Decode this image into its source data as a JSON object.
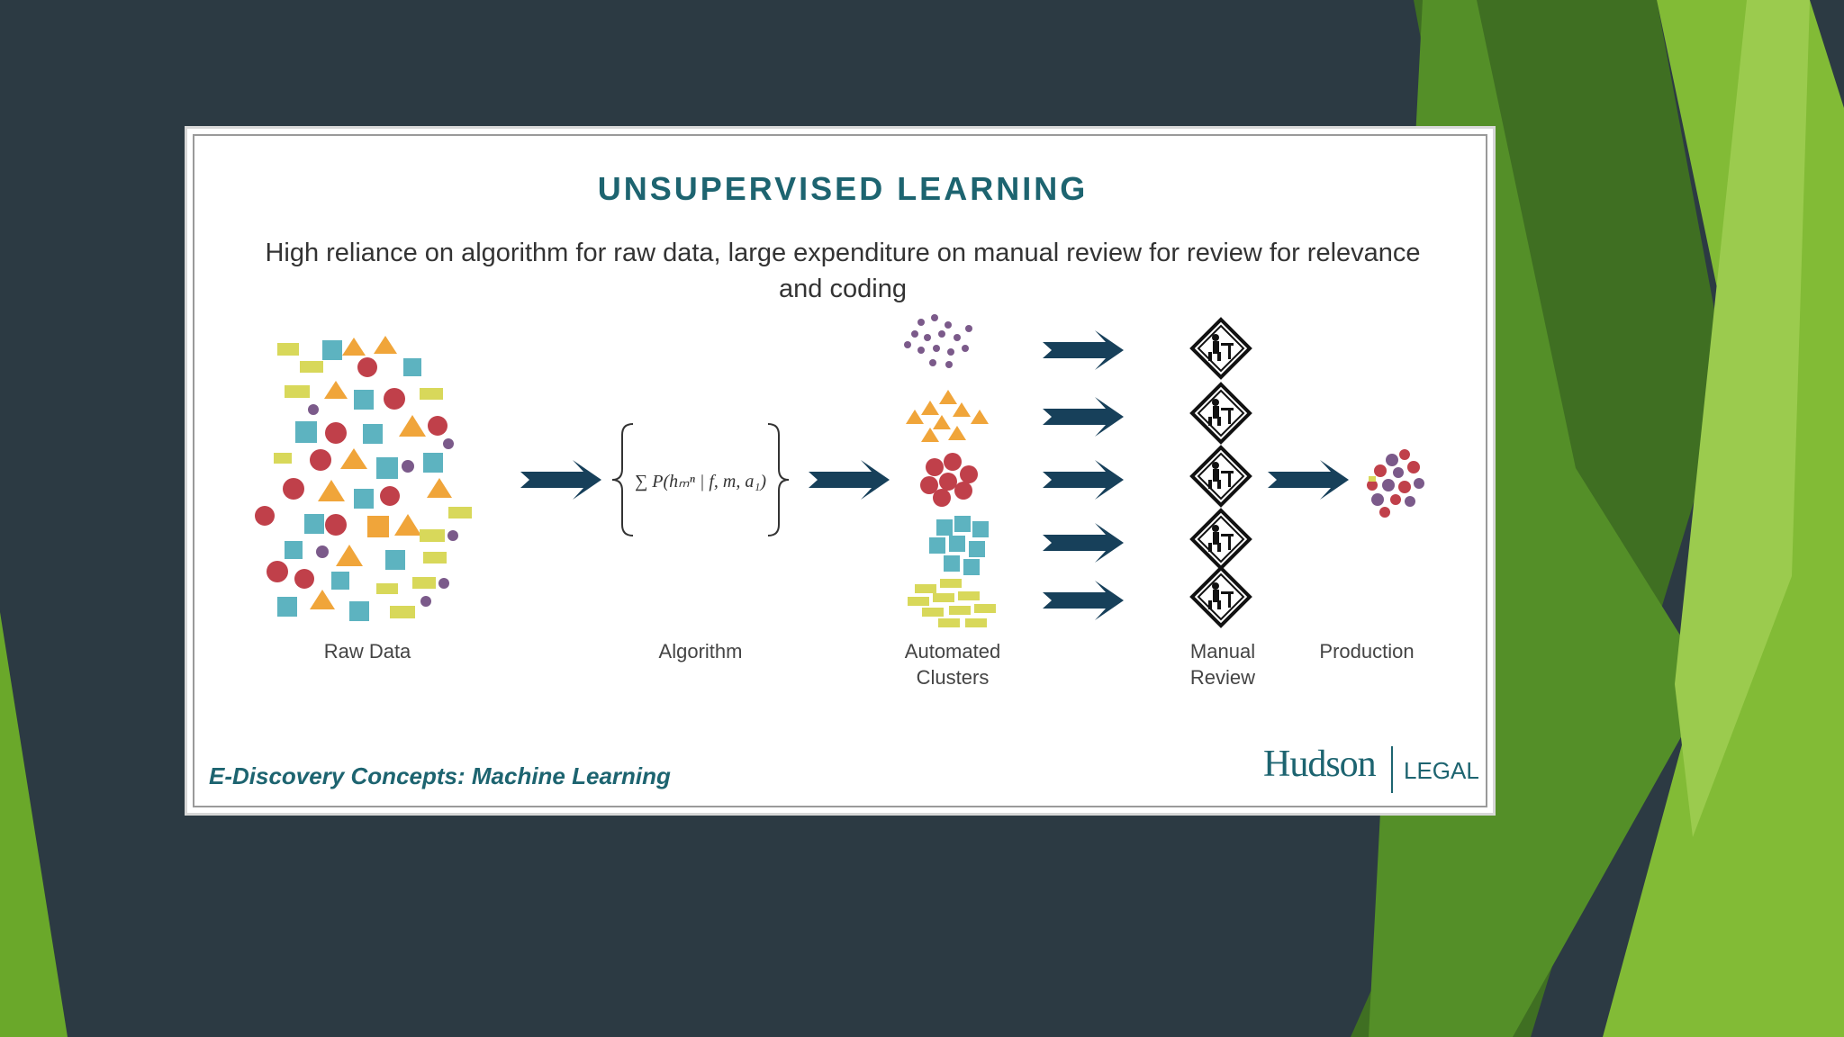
{
  "slide": {
    "title": "UNSUPERVISED LEARNING",
    "subtitle": "High reliance on algorithm for raw data, large expenditure on manual review for review for relevance and coding",
    "formula": "∑ P(hₘⁿ | f, m, a₁)",
    "labels": {
      "raw_data": "Raw Data",
      "algorithm": "Algorithm",
      "automated_clusters_1": "Automated",
      "automated_clusters_2": "Clusters",
      "manual_review_1": "Manual",
      "manual_review_2": "Review",
      "production": "Production"
    },
    "footer": "E-Discovery Concepts: Machine Learning",
    "logo": {
      "name": "Hudson",
      "suffix": "LEGAL"
    }
  },
  "colors": {
    "background": "#2c3a43",
    "accent_green": "#7ab62e",
    "dark_green": "#3d6b1f",
    "arrow": "#17405a",
    "title_teal": "#1d6470",
    "teal_shape": "#5db3c0",
    "red_shape": "#c0404a",
    "orange_shape": "#f0a53a",
    "yellow_shape": "#d8d85a",
    "purple_shape": "#7b5a8a"
  },
  "icons": [
    "arrow-right-icon",
    "reviewer-sign-icon",
    "cluster-icon"
  ]
}
